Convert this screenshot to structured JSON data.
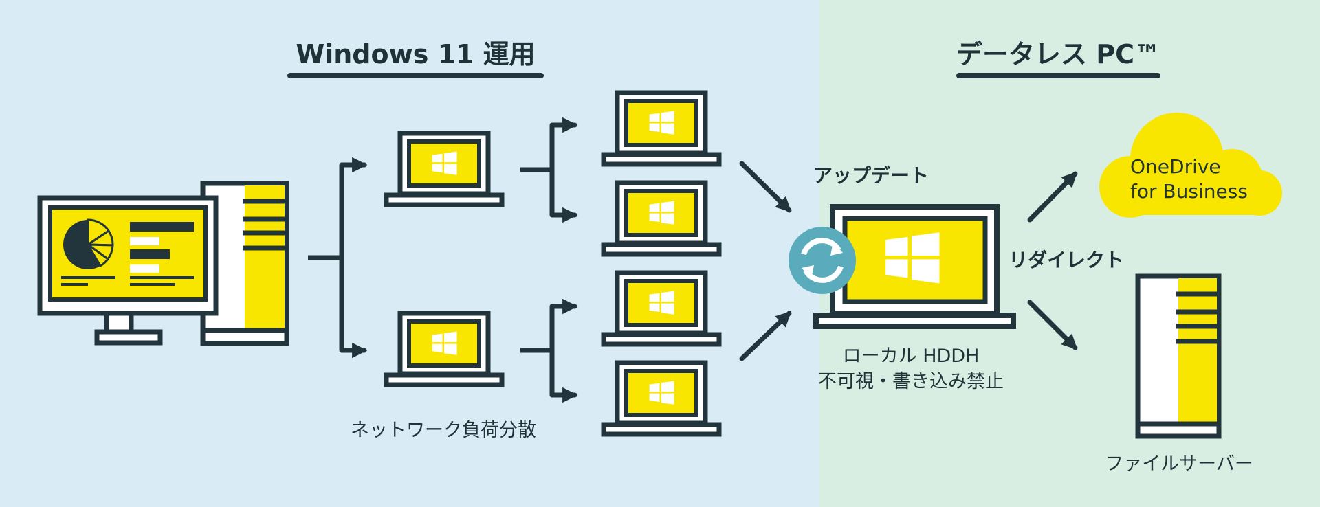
{
  "colors": {
    "left_bg": "#d9ebf4",
    "right_bg": "#d9eee2",
    "ink": "#23353c",
    "accent": "#f8e600",
    "sync": "#5aacbd",
    "white": "#ffffff"
  },
  "left_section": {
    "title": "Windows 11 運用"
  },
  "right_section": {
    "title": "データレス PC™"
  },
  "labels": {
    "network": "ネットワーク負荷分散",
    "update": "アップデート",
    "redirect": "リダイレクト",
    "local_line1": "ローカル HDDH",
    "local_line2": "不可視・書き込み禁止",
    "cloud_line1": "OneDrive",
    "cloud_line2": "for Business",
    "file_server": "ファイルサーバー"
  },
  "icons": [
    "desktop-computer-icon",
    "laptop-icon",
    "windows-logo-icon",
    "sync-icon",
    "cloud-icon",
    "file-server-icon",
    "arrow-icon"
  ]
}
